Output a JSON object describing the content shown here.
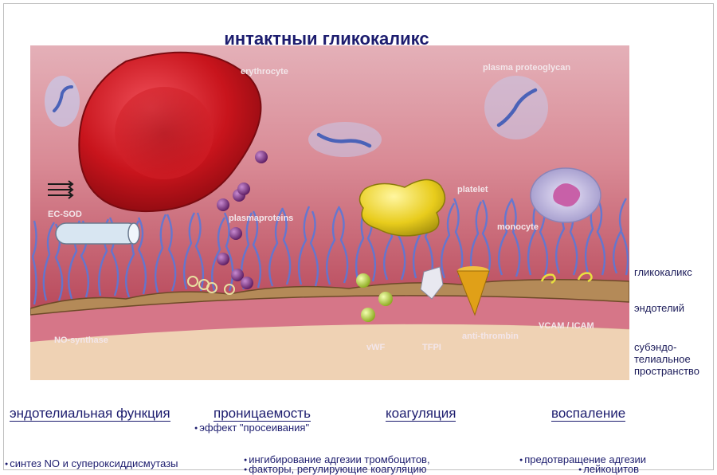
{
  "title": "интактныи гликокаликс",
  "scene_labels": {
    "erythrocyte": "erythrocyte",
    "plasma_proteoglycan": "plasma proteoglycan",
    "platelet": "platelet",
    "monocyte": "monocyte",
    "ec_sod": "EC-SOD",
    "plasmaproteins": "plasmaproteins",
    "no_synthase": "NO-synthase",
    "vwf": "vWF",
    "tfpi": "TFPI",
    "anti_thrombin": "anti-thrombin",
    "vcam_icam": "VCAM / ICAM"
  },
  "side_labels": {
    "glycocalyx": "гликокаликс",
    "endothelium": "эндотелий",
    "subendothelial": [
      "субэндо-",
      "телиальное",
      "пространство"
    ]
  },
  "categories": {
    "endothelial_function": "эндотелиальная функция",
    "permeability": "проницаемость",
    "coagulation": "коагуляция",
    "inflammation": "воспаление"
  },
  "bullets": {
    "sieving": "эффект \"просеивания\"",
    "no_synthesis": "синтез NO и супероксиддисмутазы",
    "platelet_adhesion": [
      "ингибирование адгезии тромбоцитов,",
      "факторы, регулирующие коагуляцию"
    ],
    "leukocyte_adhesion": [
      "предотвращение адгезии",
      "лейкоцитов"
    ]
  },
  "colors": {
    "lumen": "#d8848e",
    "erythrocyte": "#c8141c",
    "glycocalyx": "#5a78d8",
    "endothelium": "#b48a58",
    "subendothelium": "#efd2b4",
    "platelet": "#e8cc1c",
    "protein": "#7a2c80",
    "text_dark": "#1c1c6e"
  }
}
